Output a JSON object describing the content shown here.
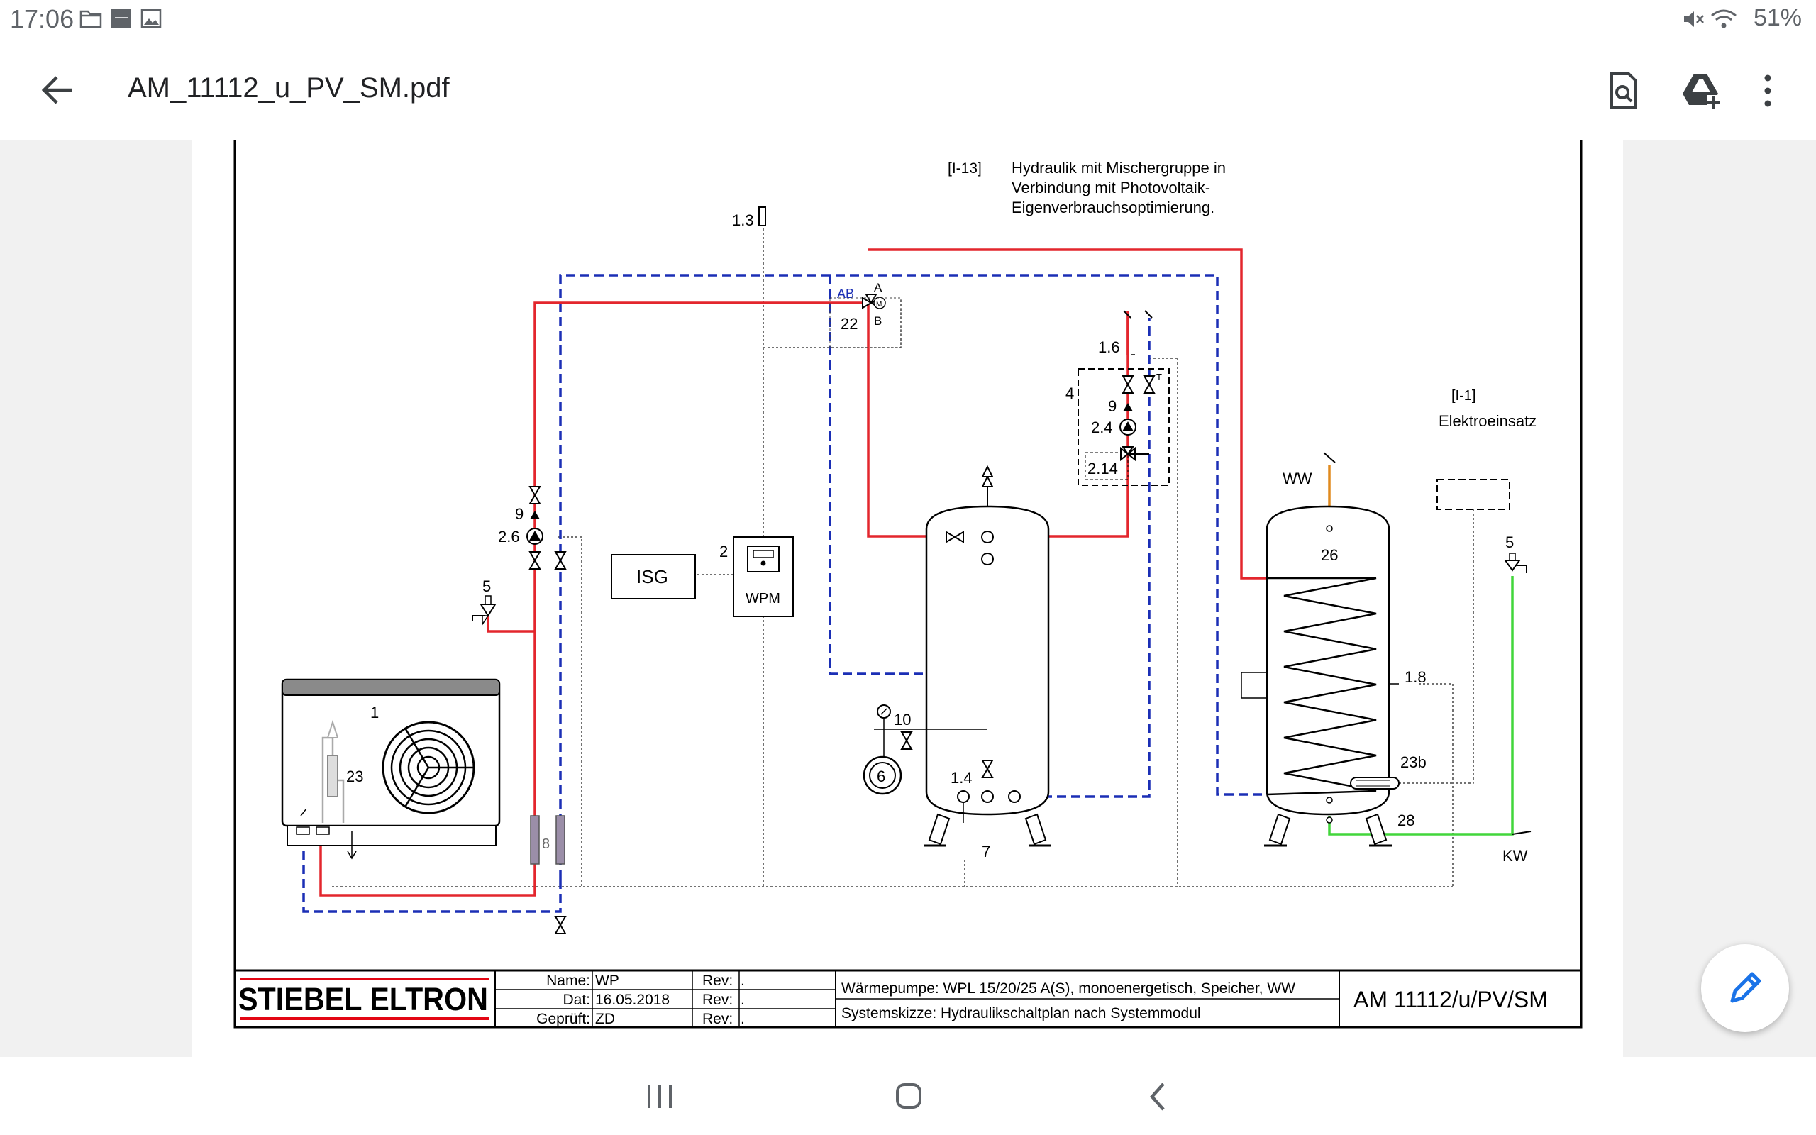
{
  "status_bar": {
    "time": "17:06",
    "battery": "51%",
    "left_icons": [
      "folder-icon",
      "samsung-notes-icon",
      "image-icon"
    ],
    "right_icons": [
      "mute-icon",
      "wifi-icon"
    ]
  },
  "app_bar": {
    "title": "AM_11112_u_PV_SM.pdf",
    "actions": [
      "search-document-icon",
      "add-to-drive-icon",
      "more-options-icon"
    ]
  },
  "schematic": {
    "figure_ref": "[I-13]",
    "figure_caption": [
      "Hydraulik mit Mischergruppe in",
      "Verbindung mit Photovoltaik-",
      "Eigenverbrauchsoptimierung."
    ],
    "elektro_ref": "[I-1]",
    "elektro_label": "Elektroeinsatz",
    "labels": {
      "l1_3": "1.3",
      "ab": "AB",
      "a": "A",
      "b": "B",
      "m": "M",
      "l22": "22",
      "l1_6": "1.6",
      "l4": "4",
      "l9_right": "9",
      "l2_4": "2.4",
      "l2_14": "2.14",
      "l9_left": "9",
      "l2_6": "2.6",
      "l5_left": "5",
      "isg": "ISG",
      "l2": "2",
      "wpm": "WPM",
      "l1": "1",
      "l23": "23",
      "l8": "8",
      "l10": "10",
      "l6": "6",
      "l1_4": "1.4",
      "l7": "7",
      "ww": "WW",
      "l26": "26",
      "l1_8": "1.8",
      "l23b": "23b",
      "l28": "28",
      "kw": "KW",
      "l5_right": "5",
      "t": "T"
    }
  },
  "title_block": {
    "brand": "STIEBEL ELTRON",
    "name_label": "Name:",
    "name_value": "WP",
    "date_label": "Dat:",
    "date_value": "16.05.2018",
    "checked_label": "Geprüft:",
    "checked_value": "ZD",
    "rev_label": "Rev:",
    "rev_value": ".",
    "description_1": "Wärmepumpe: WPL 15/20/25 A(S), monoenergetisch, Speicher, WW",
    "description_2": "Systemskizze: Hydraulikschaltplan nach Systemmodul",
    "drawing_number": "AM 11112/u/PV/SM"
  },
  "colors": {
    "supply_red": "#e3262d",
    "return_blue": "#1b2fb5",
    "cold_water_green": "#42d63b",
    "hot_water_orange": "#e08a1e",
    "brand_red": "#e30613"
  },
  "nav_bar": {
    "buttons": [
      "recents-icon",
      "home-icon",
      "back-nav-icon"
    ]
  }
}
